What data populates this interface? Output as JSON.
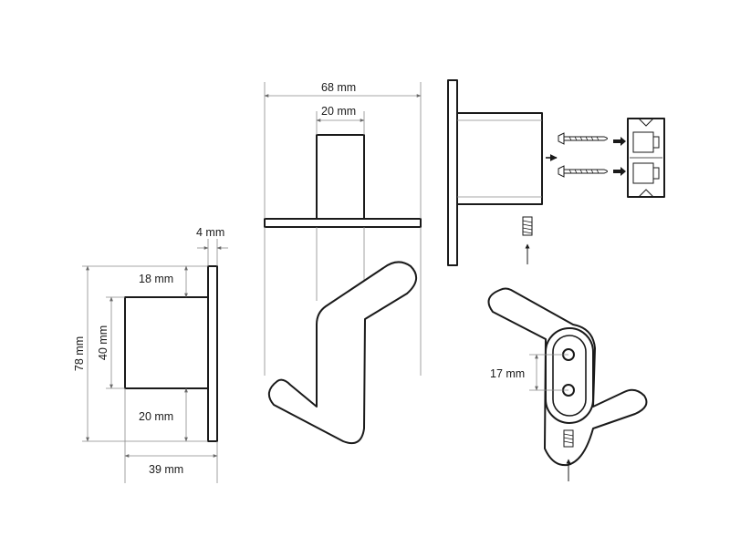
{
  "dimensions": {
    "overall_height": "78 mm",
    "spacer_height": "40 mm",
    "plate_top_offset": "18 mm",
    "plate_bottom_offset": "20 mm",
    "plate_thickness": "4 mm",
    "total_depth": "39 mm",
    "top_width": "68 mm",
    "top_post_width": "20 mm",
    "hole_spacing": "17 mm"
  },
  "colors": {
    "outline": "#1a1a1a",
    "dimension_line": "#8a8a8a"
  }
}
